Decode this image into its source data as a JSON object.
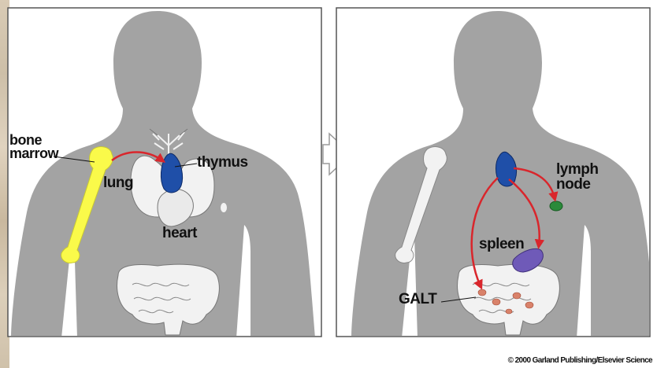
{
  "labels": {
    "bone_marrow_line1": "bone",
    "bone_marrow_line2": "marrow",
    "lung": "lung",
    "thymus": "thymus",
    "heart": "heart",
    "lymph_line1": "lymph",
    "lymph_line2": "node",
    "spleen": "spleen",
    "galt": "GALT"
  },
  "credit": "© 2000 Garland Publishing/Elsevier Science",
  "colors": {
    "body": "#a3a3a3",
    "bone": "#fafa4a",
    "thymus": "#1f4fa8",
    "arrow": "#d9262c",
    "lymph_node": "#2a8a3a",
    "spleen": "#6f5ab8",
    "organ_white": "#f2f2f2"
  },
  "icons": [
    "transition-arrow-icon"
  ]
}
